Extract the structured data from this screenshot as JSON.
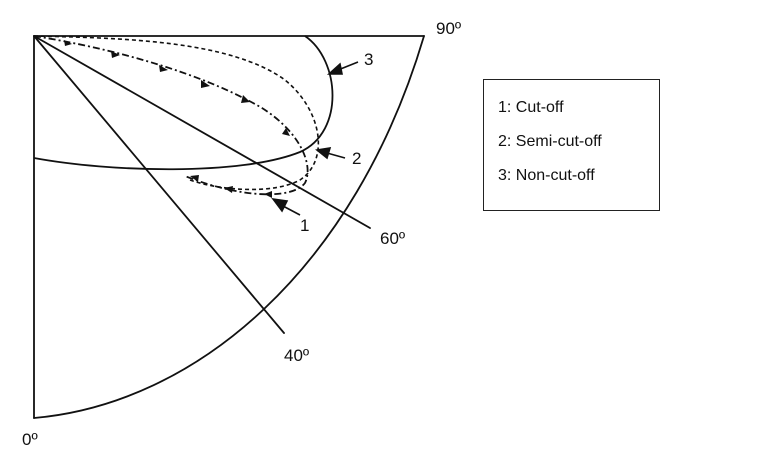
{
  "angle_labels": {
    "deg0": "0º",
    "deg40": "40º",
    "deg60": "60º",
    "deg90": "90º"
  },
  "curve_labels": {
    "curve1": "1",
    "curve2": "2",
    "curve3": "3"
  },
  "legend": {
    "items": [
      {
        "label": "1: Cut-off"
      },
      {
        "label": "2: Semi-cut-off"
      },
      {
        "label": "3: Non-cut-off"
      }
    ]
  },
  "colors": {
    "ink": "#111111",
    "background": "#ffffff"
  }
}
